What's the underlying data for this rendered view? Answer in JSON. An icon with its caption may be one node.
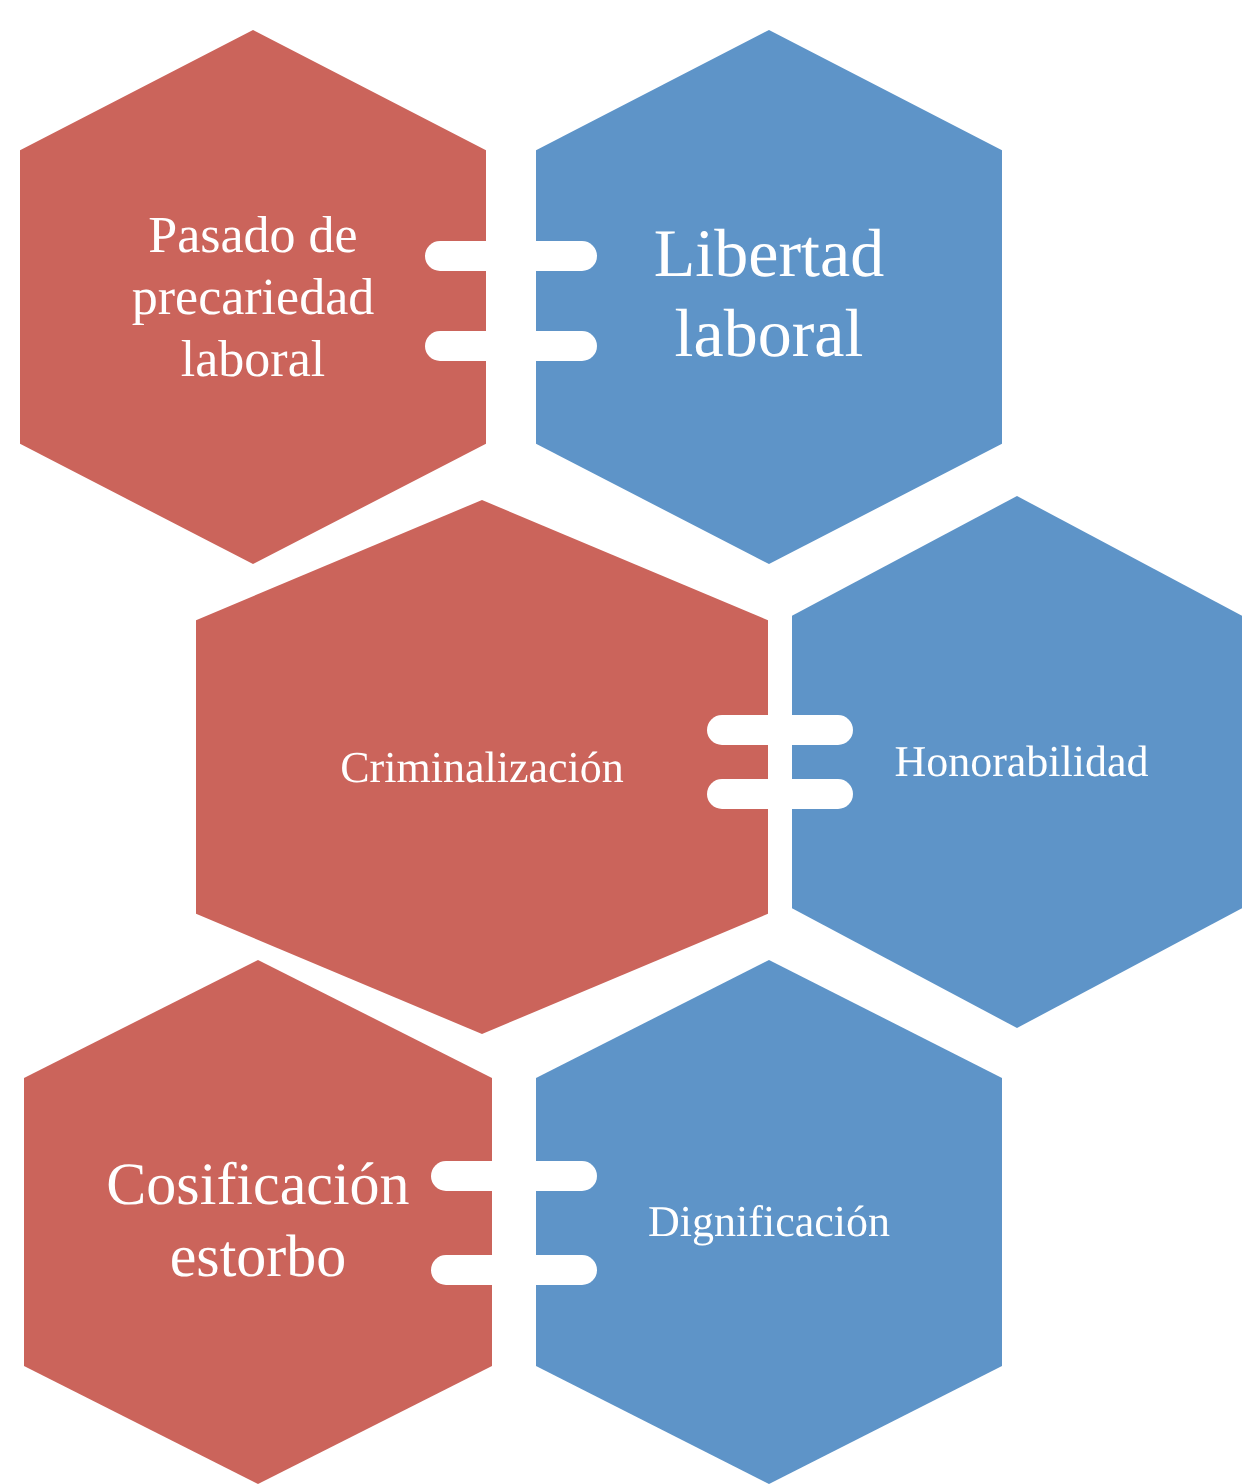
{
  "diagram": {
    "nodes": [
      {
        "text": [
          "Pasado de precariedad laboral"
        ]
      },
      {
        "text": [
          "Libertad laboral"
        ]
      },
      {
        "text": [
          "Criminalización"
        ]
      },
      {
        "text": [
          "Honorabilidad"
        ]
      },
      {
        "text": [
          "Cosificación estorbo"
        ]
      },
      {
        "text": [
          "Dignificación"
        ]
      }
    ],
    "edges": [
      {
        "from": 0,
        "to": 1,
        "arrow": "none"
      },
      {
        "from": 0,
        "to": 1,
        "arrow": "none"
      },
      {
        "from": 2,
        "to": 3,
        "arrow": "none"
      },
      {
        "from": 2,
        "to": 3,
        "arrow": "none"
      },
      {
        "from": 4,
        "to": 5,
        "arrow": "none"
      },
      {
        "from": 4,
        "to": 5,
        "arrow": "none"
      }
    ]
  }
}
